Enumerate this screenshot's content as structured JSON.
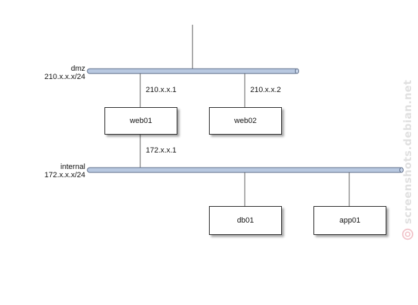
{
  "networks": {
    "dmz": {
      "name": "dmz",
      "cidr": "210.x.x.x/24"
    },
    "internal": {
      "name": "internal",
      "cidr": "172.x.x.x/24"
    }
  },
  "nodes": {
    "web01": "web01",
    "web02": "web02",
    "db01": "db01",
    "app01": "app01"
  },
  "links": {
    "web01_dmz_ip": "210.x.x.1",
    "web02_dmz_ip": "210.x.x.2",
    "web01_internal_ip": "172.x.x.1"
  },
  "watermark": {
    "text": "screenshots.debian.net",
    "icon": "debian-swirl-icon",
    "color": "#e0e0e0"
  },
  "colors": {
    "bus_fill": "#b8c8e0",
    "bus_stroke": "#5a6a86",
    "line": "#555555"
  }
}
